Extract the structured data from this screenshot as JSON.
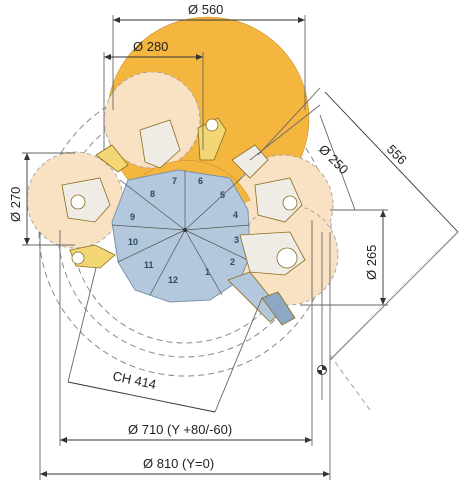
{
  "dimensions": {
    "d560": "Ø 560",
    "d280": "Ø 280",
    "d250": "Ø 250",
    "d556": "556",
    "d270": "Ø 270",
    "d265": "Ø 265",
    "ch414": "CH 414",
    "d710": "Ø 710 (Y +80/-60)",
    "d810": "Ø 810 (Y=0)"
  },
  "turret_stations": [
    "1",
    "2",
    "3",
    "4",
    "5",
    "6",
    "7",
    "8",
    "9",
    "10",
    "11",
    "12"
  ],
  "colors": {
    "orange": "#f5b640",
    "peach": "#f9e1c4",
    "blue": "#b3c8dc",
    "tool": "#f3d774",
    "line": "#333333",
    "dash": "#8a8a8a"
  }
}
